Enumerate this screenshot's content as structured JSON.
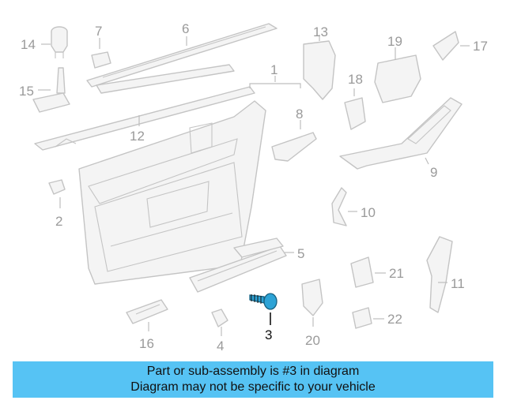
{
  "callouts": [
    "1",
    "2",
    "3",
    "4",
    "5",
    "6",
    "7",
    "8",
    "9",
    "10",
    "11",
    "12",
    "13",
    "14",
    "15",
    "16",
    "17",
    "18",
    "19",
    "20",
    "21",
    "22"
  ],
  "highlighted_part": "3",
  "colors": {
    "highlight": "#2da3d6",
    "banner": "#56c3f4",
    "line": "#c4c4c4",
    "label": "#9a9a9a"
  },
  "banner": {
    "line1": "Part or sub-assembly is #3 in diagram",
    "line2": "Diagram may not be specific to your vehicle"
  }
}
